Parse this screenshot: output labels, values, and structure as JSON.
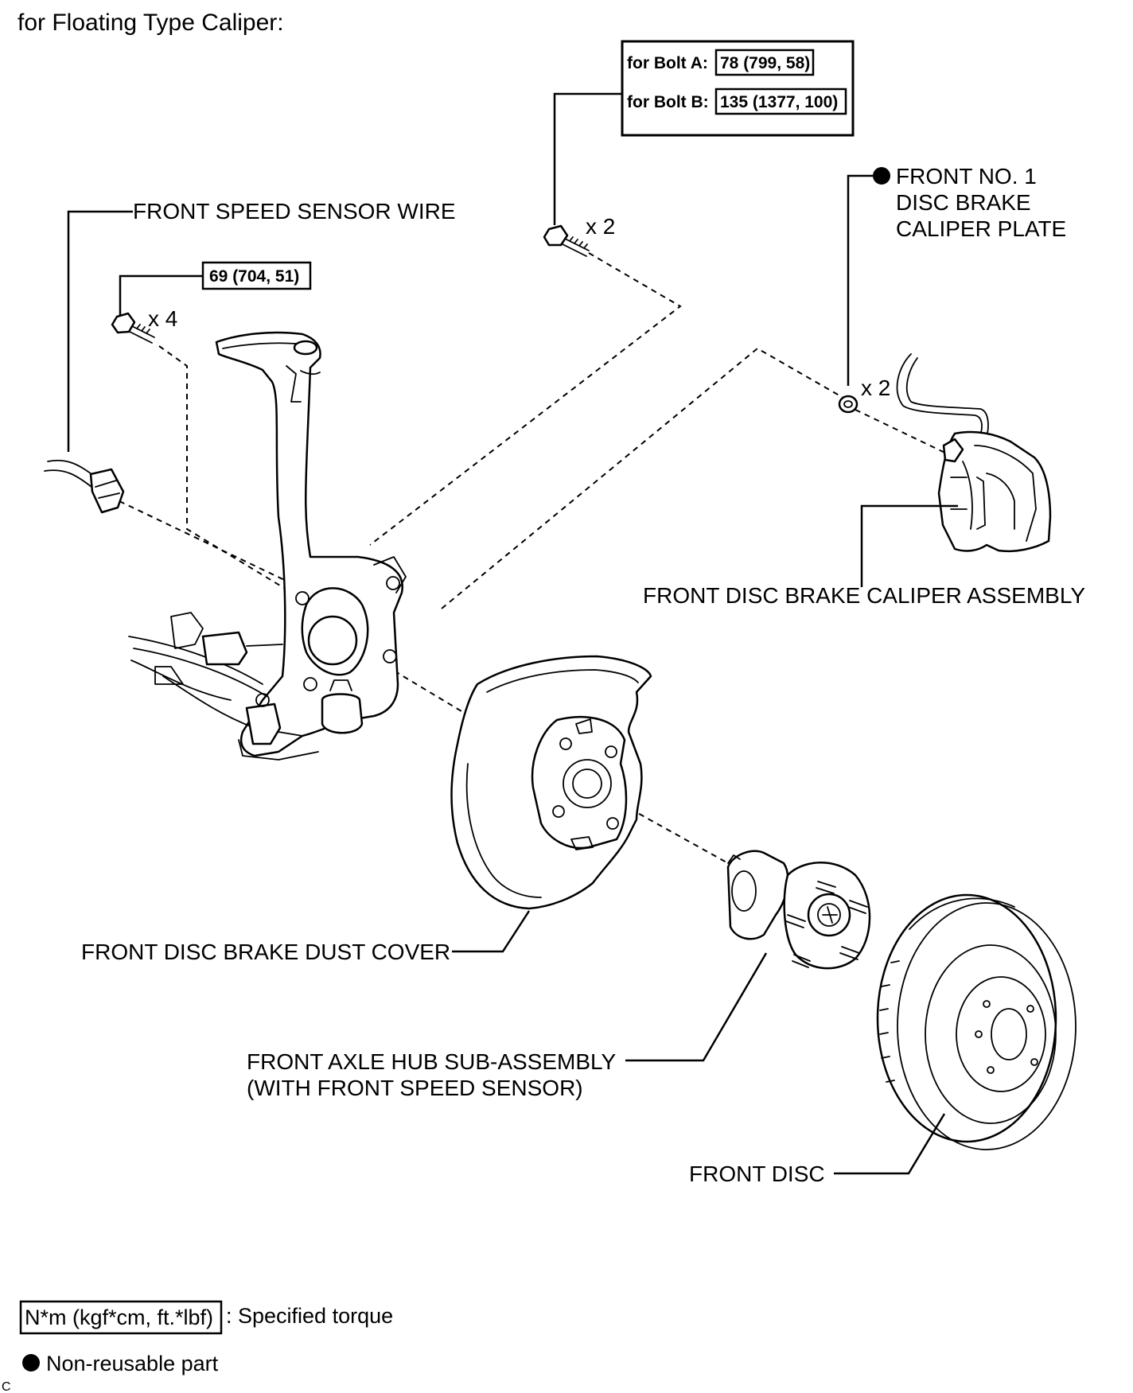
{
  "title": "for Floating Type Caliper:",
  "torque_box": {
    "bolt_a_label": "for Bolt A:",
    "bolt_a_value": "78 (799, 58)",
    "bolt_b_label": "for Bolt B:",
    "bolt_b_value": "135 (1377, 100)"
  },
  "knuckle_bolt_torque": "69 (704, 51)",
  "quantities": {
    "caliper_bolts": "x 2",
    "knuckle_bolts": "x 4",
    "plate_nuts": "x 2"
  },
  "labels": {
    "speed_sensor_wire": "FRONT SPEED SENSOR WIRE",
    "caliper_plate_line1": "FRONT NO. 1",
    "caliper_plate_line2": "DISC BRAKE",
    "caliper_plate_line3": "CALIPER PLATE",
    "caliper_assembly": "FRONT DISC BRAKE CALIPER ASSEMBLY",
    "dust_cover": "FRONT DISC BRAKE DUST COVER",
    "axle_hub_line1": "FRONT AXLE HUB SUB-ASSEMBLY",
    "axle_hub_line2": "(WITH FRONT SPEED SENSOR)",
    "front_disc": "FRONT DISC"
  },
  "legend": {
    "torque_unit": "N*m (kgf*cm, ft.*lbf)",
    "torque_desc": ": Specified torque",
    "nonreusable_desc": "Non-reusable part"
  },
  "corner_code": "C"
}
